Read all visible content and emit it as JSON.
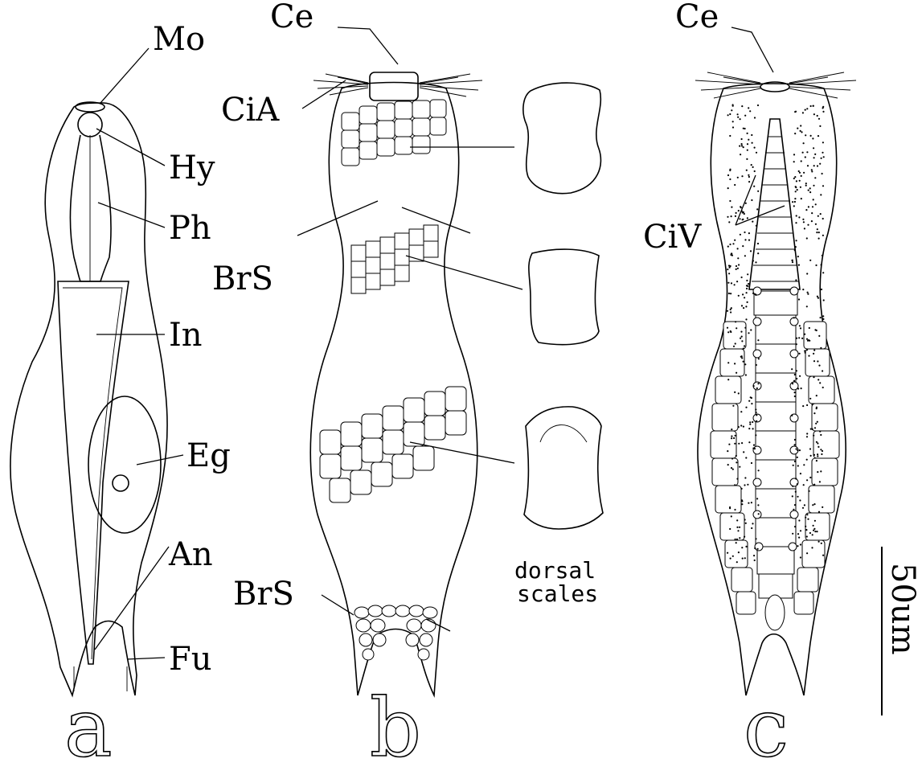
{
  "labels": {
    "mouth": "Mo",
    "hypostomion": "Hy",
    "pharynx": "Ph",
    "intestine": "In",
    "egg": "Eg",
    "anus": "An",
    "furca": "Fu",
    "cephalion_b": "Ce",
    "cilia_anterior": "CiA",
    "scales_mid_b": "BrS",
    "scales_furca_b": "BrS",
    "dorsal_scales_line1": "dorsal",
    "dorsal_scales_line2": "scales",
    "cephalion_c": "Ce",
    "cilia_ventral": "CiV",
    "scale_bar": "50um"
  },
  "panels": {
    "a": "a",
    "b": "b",
    "c": "c"
  }
}
